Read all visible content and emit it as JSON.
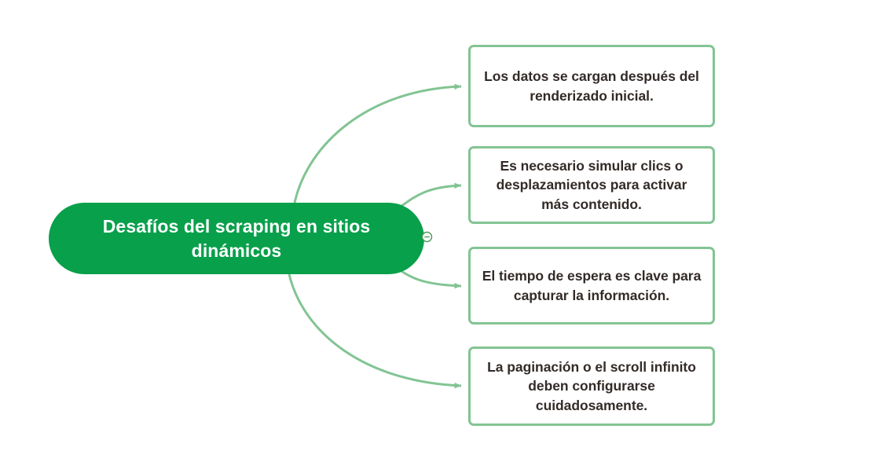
{
  "diagram": {
    "type": "mind-map",
    "orientation": "left-root-right-children",
    "colors": {
      "root_fill": "#08a04b",
      "root_text": "#ffffff",
      "branch_line": "#82c493",
      "node_border": "#82c493",
      "node_fill": "#ffffff",
      "node_text": "#332b28",
      "background": "#ffffff"
    },
    "root": {
      "label": "Desafíos del scraping en sitios dinámicos",
      "toggle_icon": "collapse-minus-circle-icon",
      "toggle_state": "expanded"
    },
    "children": [
      {
        "label": "Los datos se cargan después del renderizado inicial."
      },
      {
        "label": "Es necesario simular clics o desplazamientos para activar más contenido."
      },
      {
        "label": "El tiempo de espera es clave para capturar la información."
      },
      {
        "label": "La paginación o el scroll infinito deben configurarse cuidadosamente."
      }
    ]
  }
}
